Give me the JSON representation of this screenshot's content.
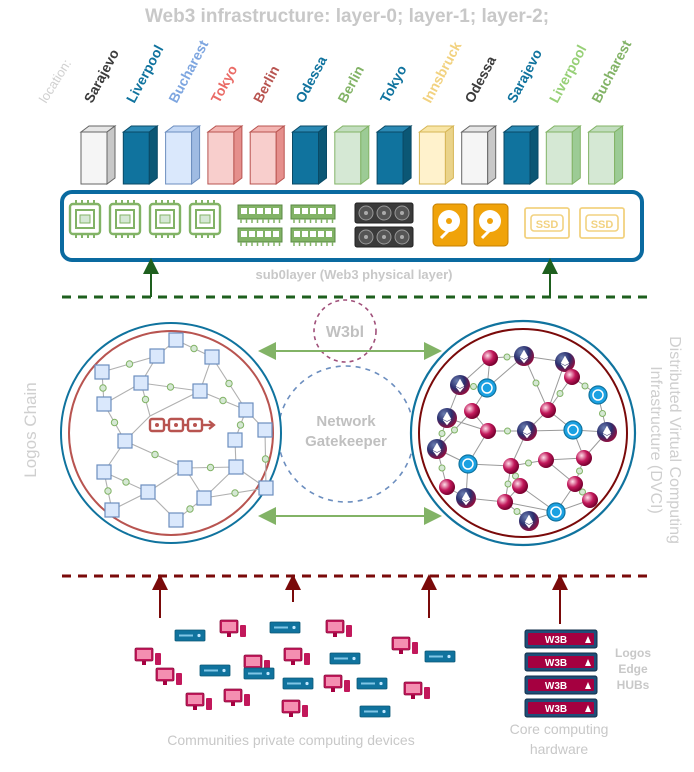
{
  "title": "Web3 infrastructure: layer-0; layer-1; layer-2;",
  "location_label": "location:",
  "colors": {
    "title": "#c8c8c8",
    "dark_blue": "#10739e",
    "layer_box": "#0a6aa0",
    "dark_red": "#7a0a0a",
    "green_line": "#82b366",
    "dashed_green": "#1e5f1e",
    "logos_red": "#b85450",
    "pink_node": "#a50040",
    "hub_bg": "#24496e"
  },
  "locations": [
    {
      "name": "Sarajevo",
      "color": "#3c3c3c",
      "server": "gray"
    },
    {
      "name": "Liverpool",
      "color": "#10739e",
      "server": "blue"
    },
    {
      "name": "Bucharest",
      "color": "#7ea6e0",
      "server": "lightblue"
    },
    {
      "name": "Tokyo",
      "color": "#ea6b66",
      "server": "red"
    },
    {
      "name": "Berlin",
      "color": "#b85450",
      "server": "red"
    },
    {
      "name": "Odessa",
      "color": "#10739e",
      "server": "blue"
    },
    {
      "name": "Berlin",
      "color": "#82b366",
      "server": "green"
    },
    {
      "name": "Tokyo",
      "color": "#10739e",
      "server": "blue"
    },
    {
      "name": "Innsbruck",
      "color": "#f2d280",
      "server": "yellow"
    },
    {
      "name": "Odessa",
      "color": "#3c3c3c",
      "server": "gray"
    },
    {
      "name": "Sarajevo",
      "color": "#10739e",
      "server": "blue"
    },
    {
      "name": "Liverpool",
      "color": "#97d077",
      "server": "green"
    },
    {
      "name": "Bucharest",
      "color": "#82b366",
      "server": "green"
    }
  ],
  "hardware_icons": [
    {
      "icon": "cpu-chip-icon",
      "count": 4
    },
    {
      "icon": "ram-module-icon",
      "count": 4
    },
    {
      "icon": "gpu-card-icon",
      "count": 2
    },
    {
      "icon": "hard-drive-icon",
      "count": 2
    },
    {
      "icon": "ssd-icon",
      "count": 2,
      "label": "SSD"
    }
  ],
  "sub0layer_label": "sub0layer (Web3 physical layer)",
  "w3bl_label": "W3bl",
  "gatekeeper_label": "Network\nGatekeeper",
  "logos_chain_label": "Logos Chain",
  "dvci_label_line1": "Distributed Virtual Computing",
  "dvci_label_line2": "Infrastructure (DVCI)",
  "communities_label": "Communities private computing devices",
  "core_label_line1": "Core computing",
  "core_label_line2": "hardware",
  "hub_label_lines": [
    "Logos",
    "Edge",
    "HUBs"
  ],
  "hub_tag": "W3B",
  "hub_count": 4
}
